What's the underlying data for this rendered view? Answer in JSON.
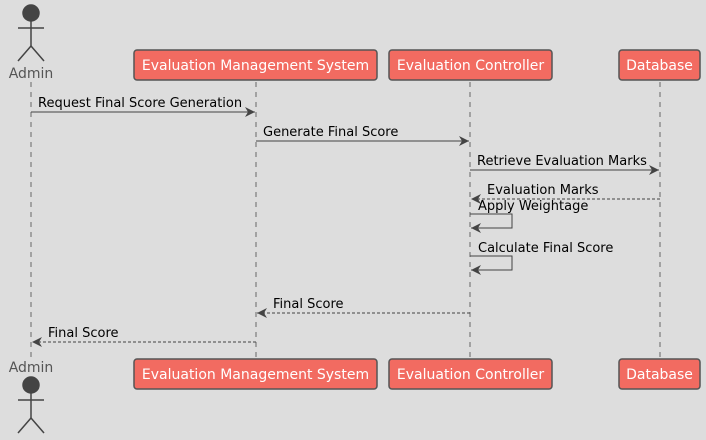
{
  "diagram": {
    "type": "sequence",
    "colors": {
      "background": "#dddddd",
      "participant_fill": "#f26b61",
      "participant_border": "#555555",
      "line": "#444444",
      "actor": "#444444"
    },
    "participants": [
      {
        "id": "admin",
        "label": "Admin",
        "kind": "actor"
      },
      {
        "id": "ems",
        "label": "Evaluation Management System",
        "kind": "box"
      },
      {
        "id": "ctrl",
        "label": "Evaluation Controller",
        "kind": "box"
      },
      {
        "id": "db",
        "label": "Database",
        "kind": "box"
      }
    ],
    "messages": [
      {
        "from": "admin",
        "to": "ems",
        "label": "Request Final Score Generation",
        "style": "solid"
      },
      {
        "from": "ems",
        "to": "ctrl",
        "label": "Generate Final Score",
        "style": "solid"
      },
      {
        "from": "ctrl",
        "to": "db",
        "label": "Retrieve Evaluation Marks",
        "style": "solid"
      },
      {
        "from": "db",
        "to": "ctrl",
        "label": "Evaluation Marks",
        "style": "dashed"
      },
      {
        "from": "ctrl",
        "to": "ctrl",
        "label": "Apply Weightage",
        "style": "solid"
      },
      {
        "from": "ctrl",
        "to": "ctrl",
        "label": "Calculate Final Score",
        "style": "solid"
      },
      {
        "from": "ctrl",
        "to": "ems",
        "label": "Final Score",
        "style": "dashed"
      },
      {
        "from": "ems",
        "to": "admin",
        "label": "Final Score",
        "style": "dashed"
      }
    ]
  }
}
